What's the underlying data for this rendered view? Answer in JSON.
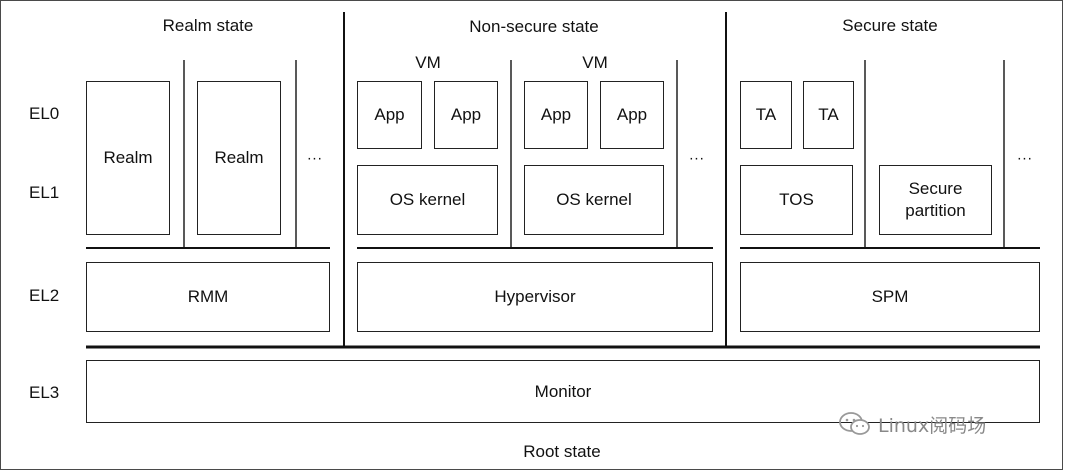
{
  "states": {
    "realm": "Realm state",
    "nonsecure": "Non-secure state",
    "secure": "Secure state",
    "root": "Root state"
  },
  "levels": {
    "el0": "EL0",
    "el1": "EL1",
    "el2": "EL2",
    "el3": "EL3"
  },
  "realm": {
    "box1": "Realm",
    "box2": "Realm",
    "more": "...",
    "rmm": "RMM"
  },
  "nonsecure": {
    "vm1_label": "VM",
    "vm2_label": "VM",
    "app1": "App",
    "app2": "App",
    "app3": "App",
    "app4": "App",
    "os1": "OS kernel",
    "os2": "OS kernel",
    "more": "...",
    "hypervisor": "Hypervisor"
  },
  "secure": {
    "ta1": "TA",
    "ta2": "TA",
    "tos": "TOS",
    "partition": "Secure partition",
    "more1": "...",
    "spm": "SPM"
  },
  "monitor": "Monitor",
  "watermark": "Linux阅码场"
}
